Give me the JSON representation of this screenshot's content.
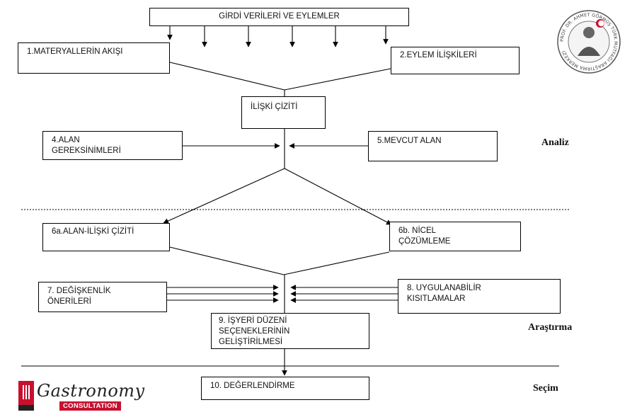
{
  "diagram": {
    "top_box": "GİRDİ VERİLERİ VE EYLEMLER",
    "box1": "1.MATERYALLERİN AKIŞI",
    "box2": "2.EYLEM İLİŞKİLERİ",
    "box3": "İLİŞKİ ÇİZİTİ",
    "box4": "4.ALAN\nGEREKSİNİMLERİ",
    "box5": "5.MEVCUT ALAN",
    "box6a": "6a.ALAN-İLİŞKİ ÇİZİTİ",
    "box6b": "6b. NİCEL\nÇÖZÜMLEME",
    "box7": "7. DEĞİŞKENLİK\nÖNERİLERİ",
    "box8": "8. UYGULANABİLİR\nKISITLAMALAR",
    "box9": "9. İŞYERİ DÜZENİ\nSEÇENEKLERİNİN\nGELİŞTİRİLMESİ",
    "box10": "10. DEĞERLENDİRME"
  },
  "phases": {
    "analysis": "Analiz",
    "research": "Araştırma",
    "selection": "Seçim"
  },
  "logos": {
    "brand_word": "Gastronomy",
    "brand_sub": "CONSULTATION",
    "brand_color": "#c8102e",
    "seal_text": "PROF. DR. AHMET GÖRMÜŞ TÜRK MUTFAĞI ARAŞTIRMA MERKEZİ"
  }
}
